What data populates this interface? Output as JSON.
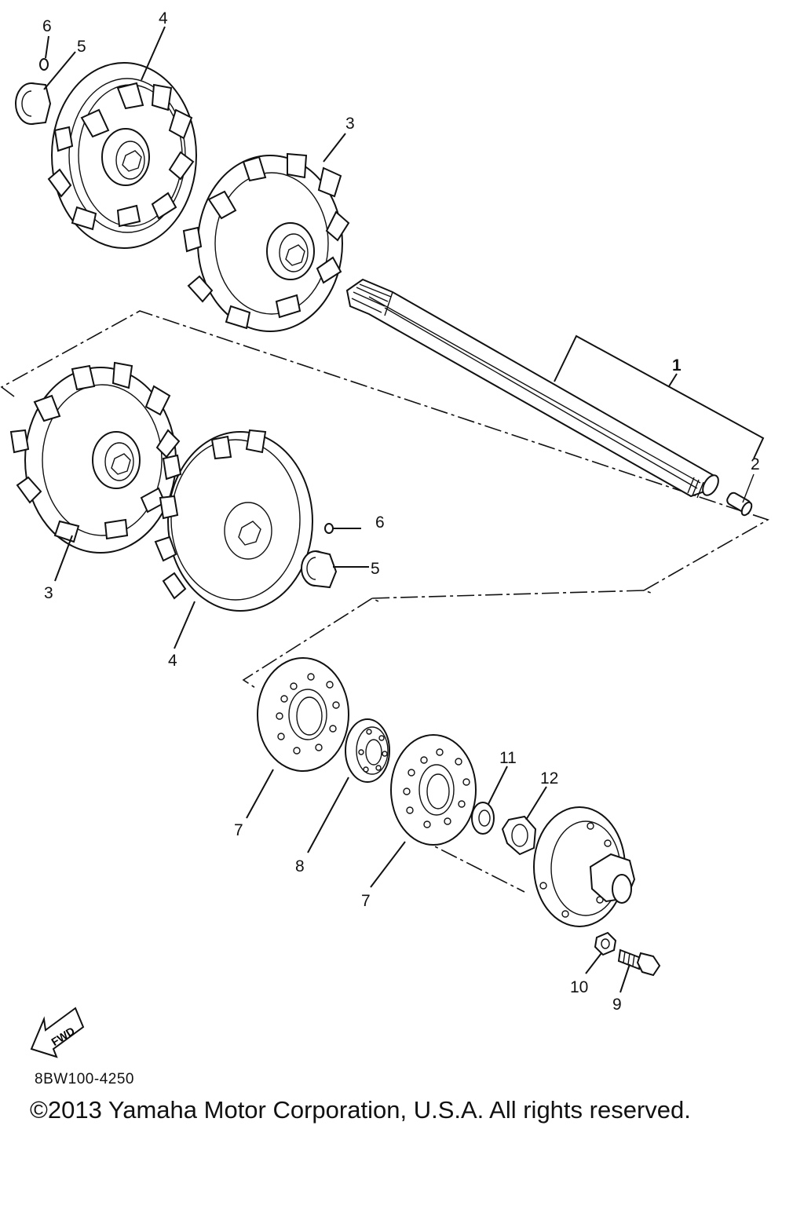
{
  "callouts": {
    "c1": "1",
    "c2": "2",
    "c3_top": "3",
    "c3_bottom": "3",
    "c4_top": "4",
    "c4_bottom": "4",
    "c5_top": "5",
    "c5_bottom": "5",
    "c6_top": "6",
    "c6_bottom": "6",
    "c7_left": "7",
    "c7_right": "7",
    "c8": "8",
    "c9": "9",
    "c10": "10",
    "c11": "11",
    "c12": "12"
  },
  "fwd_arrow_text": "FWD",
  "drawing_code": "8BW100-4250",
  "copyright": "©2013 Yamaha Motor Corporation, U.S.A. All rights reserved."
}
